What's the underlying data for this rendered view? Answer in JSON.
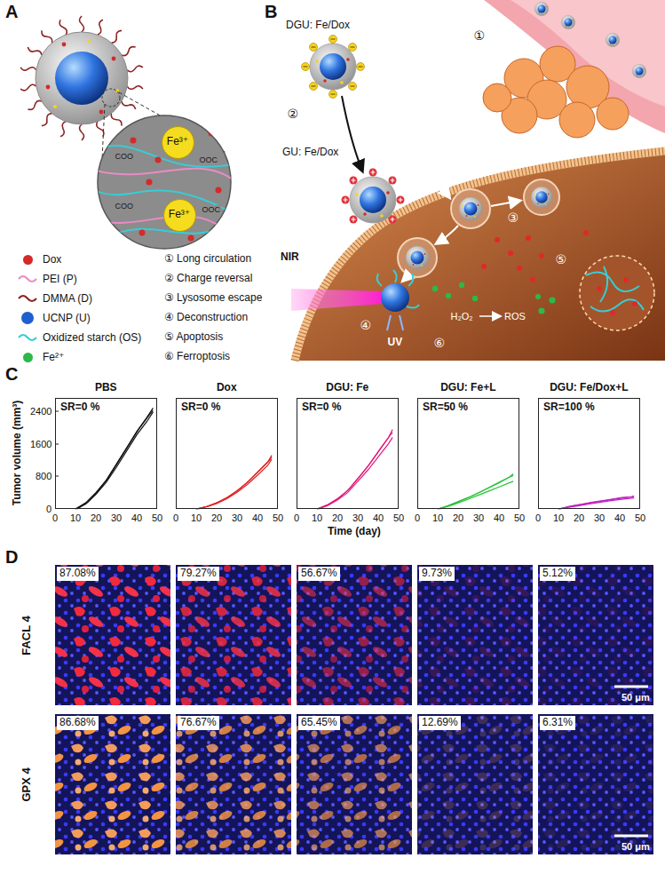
{
  "diagram": {
    "nodes": [
      {
        "text": [
          "Fe³⁺"
        ]
      },
      {
        "text": [
          "Fe³⁺"
        ]
      },
      {
        "text": [
          "PBS",
          "SR=0 %"
        ]
      },
      {
        "text": [
          "Dox",
          "SR=0 %"
        ]
      },
      {
        "text": [
          "DGU: Fe",
          "SR=0 %"
        ]
      },
      {
        "text": [
          "DGU: Fe+L",
          "SR=50 %"
        ]
      },
      {
        "text": [
          "DGU: Fe/Dox+L",
          "SR=100 %"
        ]
      }
    ],
    "labels": [
      "A",
      "B",
      "C",
      "D",
      "COO",
      "OOC",
      "COO",
      "OOC",
      "① Long circulation",
      "② Charge reversal",
      "③ Lysosome escape",
      "④ Deconstruction",
      "⑤ Apoptosis",
      "⑥ Ferroptosis",
      "DGU: Fe/Dox",
      "GU: Fe/Dox",
      "①",
      "②",
      "③",
      "④",
      "⑤",
      "⑥",
      "NIR",
      "UV",
      "H₂O₂",
      "ROS",
      "Tumor volume (mm³)",
      "2400",
      "1600",
      "800",
      "0",
      "0",
      "10",
      "20",
      "30",
      "40",
      "50",
      "0",
      "10",
      "20",
      "30",
      "40",
      "50",
      "0",
      "10",
      "20",
      "30",
      "40",
      "50",
      "0",
      "10",
      "20",
      "30",
      "40",
      "50",
      "0",
      "10",
      "20",
      "30",
      "40",
      "50",
      "Time (day)",
      "FACL 4",
      "GPX 4",
      "87.08%",
      "79.27%",
      "56.67%",
      "9.73%",
      "5.12%",
      "86.68%",
      "76.67%",
      "65.45%",
      "12.69%",
      "6.31%",
      "50 μm",
      "50 μm"
    ],
    "legend": [
      {
        "text": "Dox",
        "color": "#d42a2a"
      },
      {
        "text": "PEI (P)"
      },
      {
        "text": "DMMA (D)"
      },
      {
        "text": "UCNP (U)",
        "color": "#1f5fd0"
      },
      {
        "text": "Oxidized starch (OS)"
      },
      {
        "text": "Fe²⁺",
        "color": "#2db84a"
      }
    ]
  }
}
